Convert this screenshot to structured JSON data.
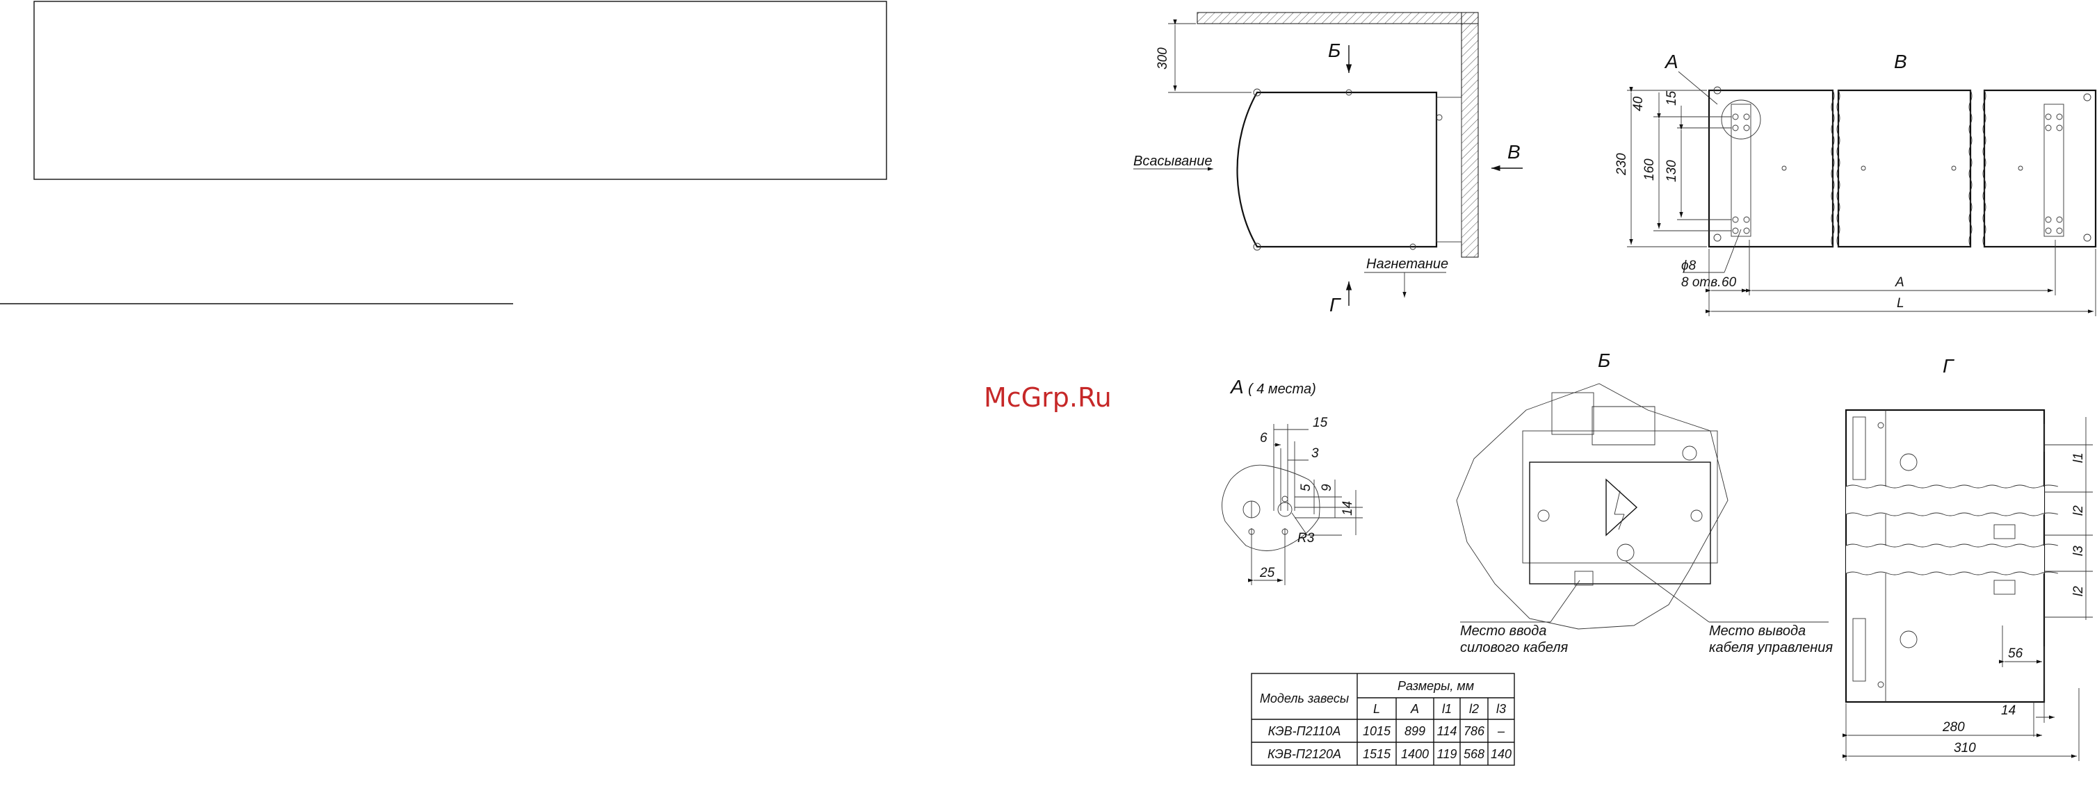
{
  "watermark": "McGrp.Ru",
  "side_view": {
    "dim_300": "300",
    "label_suction": "Всасывание",
    "label_discharge": "Нагнетание",
    "view_b": "Б",
    "view_v": "В",
    "view_g": "Г"
  },
  "front_view": {
    "view_a": "А",
    "view_v": "В",
    "dim_40": "40",
    "dim_15": "15",
    "dim_230": "230",
    "dim_160": "160",
    "dim_130": "130",
    "hole_dia": "ϕ8",
    "hole_count": "8 отв.",
    "dim_60": "60",
    "dim_A": "A",
    "dim_L": "L"
  },
  "detail_a": {
    "title": "А",
    "title_note": "( 4 места)",
    "dim_15": "15",
    "dim_6": "6",
    "dim_3": "3",
    "dim_5": "5",
    "dim_9": "9",
    "dim_14": "14",
    "dim_R3": "R3",
    "dim_25": "25"
  },
  "view_b_detail": {
    "title": "Б",
    "power_entry_1": "Место ввода",
    "power_entry_2": "силового кабеля",
    "control_exit_1": "Место вывода",
    "control_exit_2": "кабеля управления"
  },
  "view_g_detail": {
    "title": "Г",
    "dim_l1": "l1",
    "dim_l2a": "l2",
    "dim_l3": "l3",
    "dim_l2b": "l2",
    "dim_56": "56",
    "dim_14": "14",
    "dim_280": "280",
    "dim_310": "310"
  },
  "table": {
    "col_model": "Модель завесы",
    "col_sizes": "Размеры, мм",
    "sub_headers": [
      "L",
      "A",
      "l1",
      "l2",
      "l3"
    ],
    "rows": [
      {
        "model": "КЭВ-П2110А",
        "L": "1015",
        "A": "899",
        "l1": "114",
        "l2": "786",
        "l3": "–"
      },
      {
        "model": "КЭВ-П2120А",
        "L": "1515",
        "A": "1400",
        "l1": "119",
        "l2": "568",
        "l3": "140"
      }
    ]
  }
}
